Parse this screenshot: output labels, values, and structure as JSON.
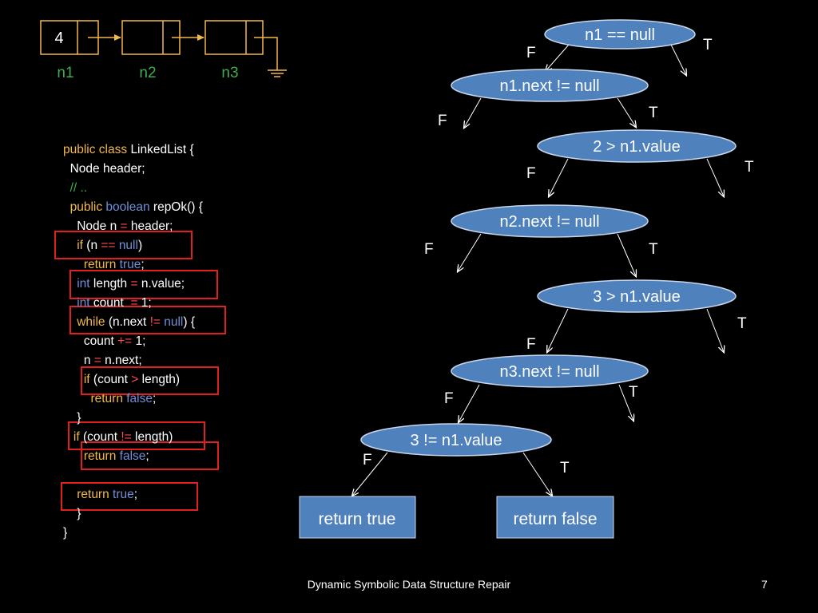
{
  "linked_list": {
    "first_value": "4",
    "labels": [
      "n1",
      "n2",
      "n3"
    ]
  },
  "code_lines": [
    [
      {
        "t": "public class ",
        "c": "kw-or"
      },
      {
        "t": "LinkedList {"
      }
    ],
    [
      {
        "t": "  Node header;"
      }
    ],
    [
      {
        "t": "  // ..",
        "c": "cm"
      }
    ],
    [
      {
        "t": "  public ",
        "c": "kw-or"
      },
      {
        "t": "boolean ",
        "c": "kw-bl"
      },
      {
        "t": "repOk() {"
      }
    ],
    [
      {
        "t": "    Node n "
      },
      {
        "t": "=",
        "c": "op"
      },
      {
        "t": " header;"
      }
    ],
    [
      {
        "t": "    if ",
        "c": "kw-or"
      },
      {
        "t": "(n "
      },
      {
        "t": "==",
        "c": "op"
      },
      {
        "t": " "
      },
      {
        "t": "null",
        "c": "kw-bl"
      },
      {
        "t": ")"
      }
    ],
    [
      {
        "t": "      return ",
        "c": "kw-or"
      },
      {
        "t": "true",
        "c": "kw-bl"
      },
      {
        "t": ";"
      }
    ],
    [
      {
        "t": "    int ",
        "c": "kw-bl"
      },
      {
        "t": "length "
      },
      {
        "t": "=",
        "c": "op"
      },
      {
        "t": " n.value;"
      }
    ],
    [
      {
        "t": "    int ",
        "c": "kw-bl"
      },
      {
        "t": "count  "
      },
      {
        "t": "=",
        "c": "op"
      },
      {
        "t": " 1;"
      }
    ],
    [
      {
        "t": "    while ",
        "c": "kw-or"
      },
      {
        "t": "(n.next "
      },
      {
        "t": "!=",
        "c": "op"
      },
      {
        "t": " "
      },
      {
        "t": "null",
        "c": "kw-bl"
      },
      {
        "t": ") {"
      }
    ],
    [
      {
        "t": "      count "
      },
      {
        "t": "+=",
        "c": "op"
      },
      {
        "t": " 1;"
      }
    ],
    [
      {
        "t": "      n "
      },
      {
        "t": "=",
        "c": "op"
      },
      {
        "t": " n.next;"
      }
    ],
    [
      {
        "t": "      if ",
        "c": "kw-or"
      },
      {
        "t": "(count "
      },
      {
        "t": ">",
        "c": "op"
      },
      {
        "t": " length)"
      }
    ],
    [
      {
        "t": "        return ",
        "c": "kw-or"
      },
      {
        "t": "false",
        "c": "kw-bl"
      },
      {
        "t": ";"
      }
    ],
    [
      {
        "t": "    }"
      }
    ],
    [
      {
        "t": "   if ",
        "c": "kw-or"
      },
      {
        "t": "(count "
      },
      {
        "t": "!=",
        "c": "op"
      },
      {
        "t": " length)"
      }
    ],
    [
      {
        "t": "      return ",
        "c": "kw-or"
      },
      {
        "t": "false",
        "c": "kw-bl"
      },
      {
        "t": ";"
      }
    ],
    [
      {
        "t": ""
      }
    ],
    [
      {
        "t": "    return ",
        "c": "kw-or"
      },
      {
        "t": "true",
        "c": "kw-bl"
      },
      {
        "t": ";"
      }
    ],
    [
      {
        "t": "    }"
      }
    ],
    [
      {
        "t": "}"
      }
    ]
  ],
  "tree": {
    "nodes": [
      "n1 == null",
      "n1.next != null",
      "2 > n1.value",
      "n2.next != null",
      "3 > n1.value",
      "n3.next != null",
      "3  != n1.value"
    ],
    "results": [
      "return true",
      "return false"
    ],
    "true_label": "T",
    "false_label": "F"
  },
  "footer": "Dynamic Symbolic Data Structure Repair",
  "page_number": "7",
  "colors": {
    "background": "#000000",
    "ellipse_fill": "#4f81bd",
    "ellipse_stroke": "#c9d6ea",
    "result_fill": "#4f81bd",
    "highlight_box": "#e02020",
    "list_arrow": "#f2b84b",
    "list_label": "#3fae49"
  }
}
